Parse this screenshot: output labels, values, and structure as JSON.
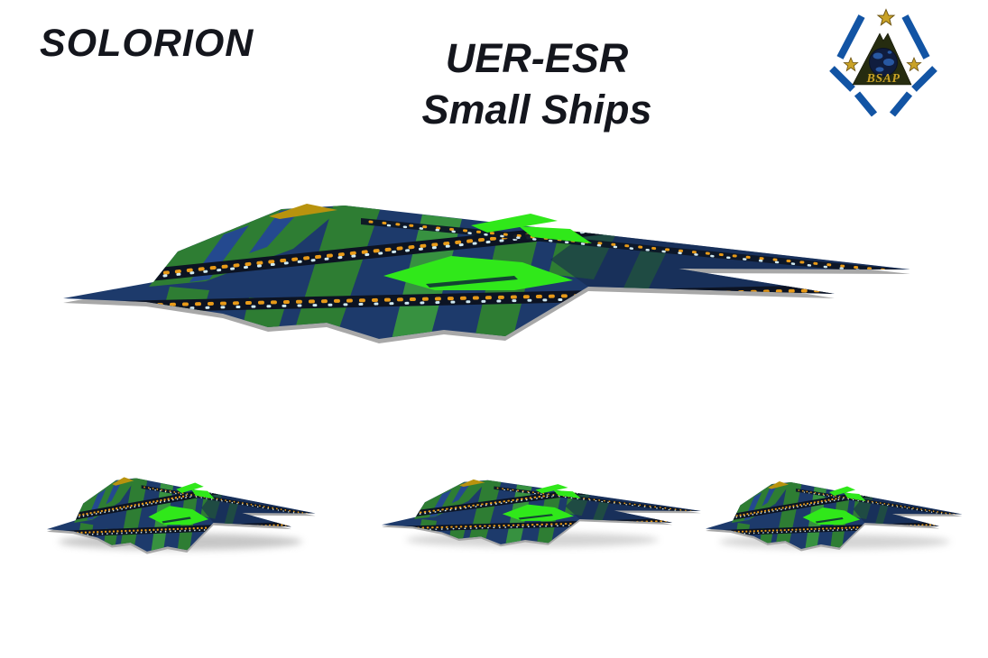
{
  "header": {
    "brand": "SOLORION",
    "title_line1": "UER-ESR",
    "title_line2": "Small Ships",
    "text_color": "#14161d"
  },
  "logo": {
    "acronym": "BSAP",
    "star_count": 3,
    "colors": {
      "frame_blue": "#1254a4",
      "mountain_olive": "#262c10",
      "globe_navy": "#101d3e",
      "globe_land": "#2a5ca8",
      "gold": "#c9a227"
    }
  },
  "renders": {
    "large_ship_count": 1,
    "thumbnail_count": 3,
    "colors": {
      "hull_blue": "#1d3a6b",
      "camo_green": "#2e7d33",
      "accent_lime": "#30e81a",
      "spike_gold": "#b8930e",
      "band_dark": "#0c1322",
      "band_dot_orange": "#e89a18",
      "band_dot_cyan": "#cfe9f2",
      "underside_gray": "#a8a8a8"
    }
  }
}
